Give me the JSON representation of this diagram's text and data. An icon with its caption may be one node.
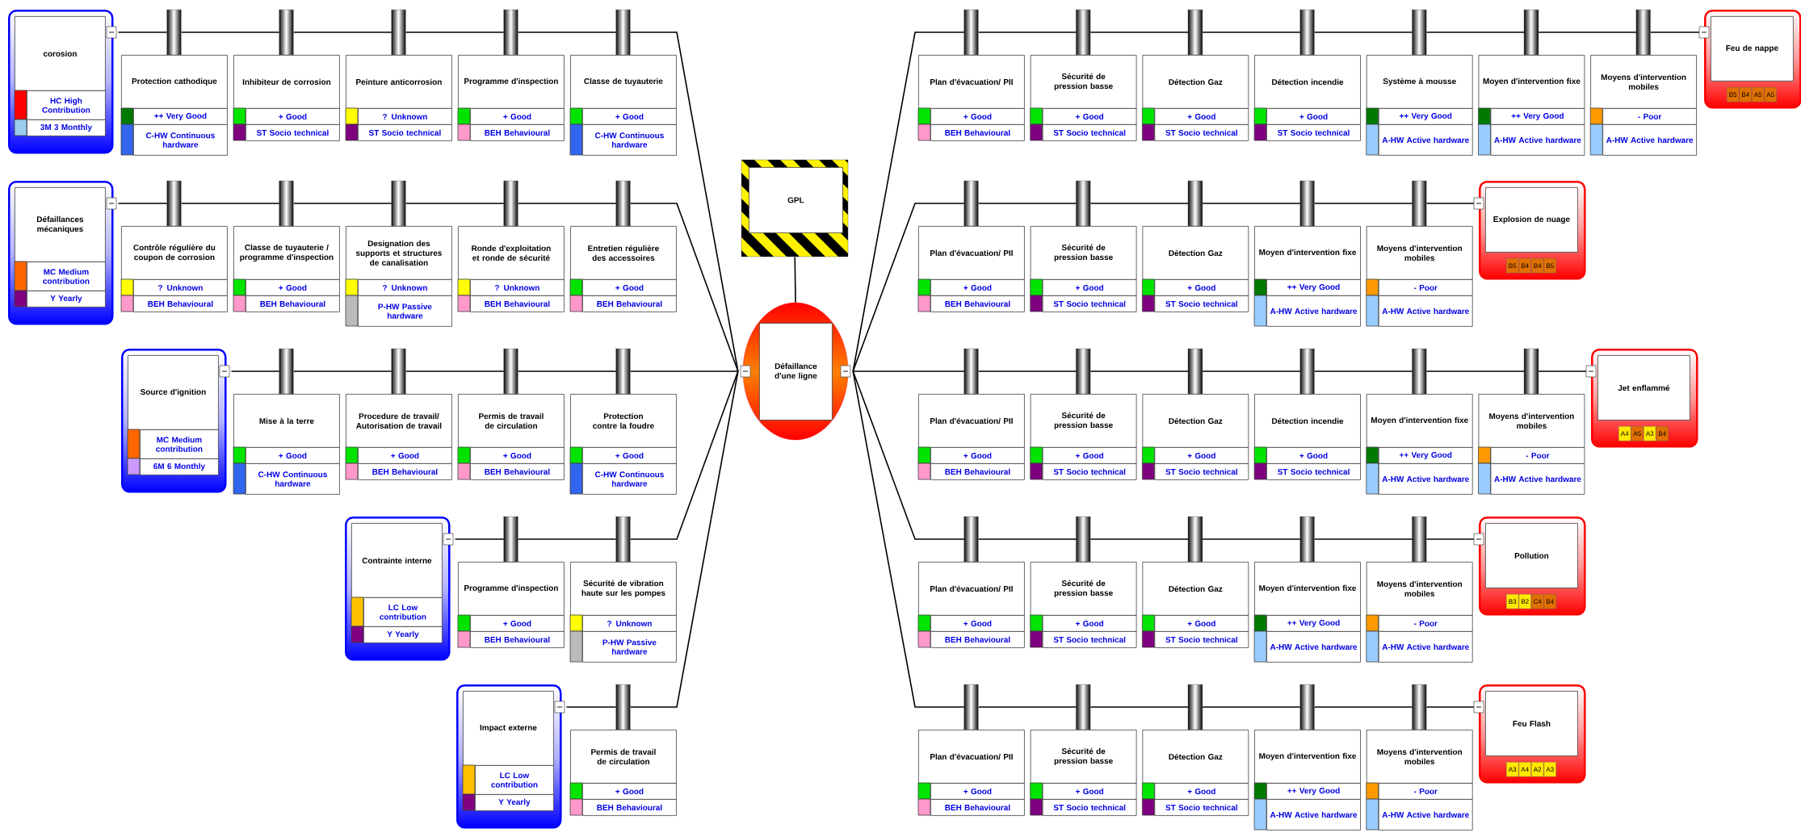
{
  "diagram": {
    "nodes": [
      {
        "text": [
          "corosion",
          "HC High Contribution",
          "3M 3 Monthly"
        ]
      },
      {
        "text": [
          "Protection cathodique",
          "++ Very Good",
          "C-HW Continuous hardware"
        ]
      },
      {
        "text": [
          "Inhibiteur de corrosion",
          "+ Good",
          "ST Socio technical"
        ]
      },
      {
        "text": [
          "Peinture anticorrosion",
          "? Unknown",
          "ST Socio technical"
        ]
      },
      {
        "text": [
          "Programme d'inspection",
          "+ Good",
          "BEH Behavioural"
        ]
      },
      {
        "text": [
          "Classe de tuyauterie",
          "+ Good",
          "C-HW Continuous hardware"
        ]
      },
      {
        "text": [
          "Défaillances mécaniques",
          "MC Medium contribution",
          "Y Yearly"
        ]
      },
      {
        "text": [
          "Contrôle régulière du coupon de corrosion",
          "? Unknown",
          "BEH Behavioural"
        ]
      },
      {
        "text": [
          "Classe de tuyauterie / programme d'inspection",
          "+ Good",
          "BEH Behavioural"
        ]
      },
      {
        "text": [
          "Designation des supports et structures de canalisation",
          "? Unknown",
          "P-HW Passive hardware"
        ]
      },
      {
        "text": [
          "Ronde d'exploitation et ronde de sécurité",
          "? Unknown",
          "BEH Behavioural"
        ]
      },
      {
        "text": [
          "Entretien régulière des accessoires",
          "+ Good",
          "BEH Behavioural"
        ]
      },
      {
        "text": [
          "Source d'ignition",
          "MC Medium contribution",
          "6M 6 Monthly"
        ]
      },
      {
        "text": [
          "Mise à la terre",
          "+ Good",
          "C-HW Continuous hardware"
        ]
      },
      {
        "text": [
          "Procedure de travail/ Autorisation de travail",
          "+ Good",
          "BEH Behavioural"
        ]
      },
      {
        "text": [
          "Permis de travail de circulation",
          "+ Good",
          "BEH Behavioural"
        ]
      },
      {
        "text": [
          "Protection contre la foudre",
          "+ Good",
          "C-HW Continuous hardware"
        ]
      },
      {
        "text": [
          "Contrainte interne",
          "LC Low contribution",
          "Y Yearly"
        ]
      },
      {
        "text": [
          "Programme d'inspection",
          "+ Good",
          "BEH Behavioural"
        ]
      },
      {
        "text": [
          "Sécurité de vibration haute sur les pompes",
          "? Unknown",
          "P-HW Passive hardware"
        ]
      },
      {
        "text": [
          "Impact externe",
          "LC Low contribution",
          "Y Yearly"
        ]
      },
      {
        "text": [
          "Permis de travail de circulation",
          "+ Good",
          "BEH Behavioural"
        ]
      },
      {
        "text": [
          "GPL"
        ]
      },
      {
        "text": [
          "Défaillance d'une ligne"
        ]
      },
      {
        "text": [
          "Plan d'évacuation/ PII",
          "+ Good",
          "BEH Behavioural"
        ]
      },
      {
        "text": [
          "Sécurité de pression basse",
          "+ Good",
          "ST Socio technical"
        ]
      },
      {
        "text": [
          "Détection Gaz",
          "+ Good",
          "ST Socio technical"
        ]
      },
      {
        "text": [
          "Détection incendie",
          "+ Good",
          "ST Socio technical"
        ]
      },
      {
        "text": [
          "Système à mousse",
          "++ Very Good",
          "A-HW Active hardware"
        ]
      },
      {
        "text": [
          "Moyen d'intervention fixe",
          "++ Very Good",
          "A-HW Active hardware"
        ]
      },
      {
        "text": [
          "Moyens d'intervention mobiles",
          "- Poor",
          "A-HW Active hardware"
        ]
      },
      {
        "text": [
          "Feu de nappe",
          "B5",
          "B4",
          "A5",
          "A5"
        ]
      },
      {
        "text": [
          "Plan d'évacuation/ PII",
          "+ Good",
          "BEH Behavioural"
        ]
      },
      {
        "text": [
          "Sécurité de pression basse",
          "+ Good",
          "ST Socio technical"
        ]
      },
      {
        "text": [
          "Détection Gaz",
          "+ Good",
          "ST Socio technical"
        ]
      },
      {
        "text": [
          "Moyen d'intervention fixe",
          "++ Very Good",
          "A-HW Active hardware"
        ]
      },
      {
        "text": [
          "Moyens d'intervention mobiles",
          "- Poor",
          "A-HW Active hardware"
        ]
      },
      {
        "text": [
          "Explosion de nuage",
          "B5",
          "B4",
          "B4",
          "B5"
        ]
      },
      {
        "text": [
          "Plan d'évacuation/ PII",
          "+ Good",
          "BEH Behavioural"
        ]
      },
      {
        "text": [
          "Sécurité de pression basse",
          "+ Good",
          "ST Socio technical"
        ]
      },
      {
        "text": [
          "Détection Gaz",
          "+ Good",
          "ST Socio technical"
        ]
      },
      {
        "text": [
          "Détection incendie",
          "+ Good",
          "ST Socio technical"
        ]
      },
      {
        "text": [
          "Moyen d'intervention fixe",
          "++ Very Good",
          "A-HW Active hardware"
        ]
      },
      {
        "text": [
          "Moyens d'intervention mobiles",
          "- Poor",
          "A-HW Active hardware"
        ]
      },
      {
        "text": [
          "Jet enflammé",
          "A4",
          "A5",
          "A3",
          "B4"
        ]
      },
      {
        "text": [
          "Plan d'évacuation/ PII",
          "+ Good",
          "BEH Behavioural"
        ]
      },
      {
        "text": [
          "Sécurité de pression basse",
          "+ Good",
          "ST Socio technical"
        ]
      },
      {
        "text": [
          "Détection Gaz",
          "+ Good",
          "ST Socio technical"
        ]
      },
      {
        "text": [
          "Moyen d'intervention fixe",
          "++ Very Good",
          "A-HW Active hardware"
        ]
      },
      {
        "text": [
          "Moyens d'intervention mobiles",
          "- Poor",
          "A-HW Active hardware"
        ]
      },
      {
        "text": [
          "Pollution",
          "B3",
          "B2",
          "C4",
          "B4"
        ]
      },
      {
        "text": [
          "Plan d'évacuation/ PII",
          "+ Good",
          "BEH Behavioural"
        ]
      },
      {
        "text": [
          "Sécurité de pression basse",
          "+ Good",
          "ST Socio technical"
        ]
      },
      {
        "text": [
          "Détection Gaz",
          "+ Good",
          "ST Socio technical"
        ]
      },
      {
        "text": [
          "Moyen d'intervention fixe",
          "++ Very Good",
          "A-HW Active hardware"
        ]
      },
      {
        "text": [
          "Moyens d'intervention mobiles",
          "- Poor",
          "A-HW Active hardware"
        ]
      },
      {
        "text": [
          "Feu Flash",
          "A3",
          "A4",
          "A2",
          "A3"
        ]
      }
    ],
    "edges": [
      {
        "from": 0,
        "to": 1,
        "arrow": "none"
      },
      {
        "from": 1,
        "to": 2,
        "arrow": "none"
      },
      {
        "from": 2,
        "to": 3,
        "arrow": "none"
      },
      {
        "from": 3,
        "to": 4,
        "arrow": "none"
      },
      {
        "from": 4,
        "to": 5,
        "arrow": "none"
      },
      {
        "from": 5,
        "to": 23,
        "arrow": "none"
      },
      {
        "from": 6,
        "to": 7,
        "arrow": "none"
      },
      {
        "from": 7,
        "to": 8,
        "arrow": "none"
      },
      {
        "from": 8,
        "to": 9,
        "arrow": "none"
      },
      {
        "from": 9,
        "to": 10,
        "arrow": "none"
      },
      {
        "from": 10,
        "to": 11,
        "arrow": "none"
      },
      {
        "from": 11,
        "to": 23,
        "arrow": "none"
      },
      {
        "from": 12,
        "to": 13,
        "arrow": "none"
      },
      {
        "from": 13,
        "to": 14,
        "arrow": "none"
      },
      {
        "from": 14,
        "to": 15,
        "arrow": "none"
      },
      {
        "from": 15,
        "to": 16,
        "arrow": "none"
      },
      {
        "from": 16,
        "to": 23,
        "arrow": "none"
      },
      {
        "from": 17,
        "to": 18,
        "arrow": "none"
      },
      {
        "from": 18,
        "to": 19,
        "arrow": "none"
      },
      {
        "from": 19,
        "to": 23,
        "arrow": "none"
      },
      {
        "from": 20,
        "to": 21,
        "arrow": "none"
      },
      {
        "from": 21,
        "to": 23,
        "arrow": "none"
      },
      {
        "from": 22,
        "to": 23,
        "arrow": "none"
      },
      {
        "from": 23,
        "to": 24,
        "arrow": "none"
      },
      {
        "from": 24,
        "to": 25,
        "arrow": "none"
      },
      {
        "from": 25,
        "to": 26,
        "arrow": "none"
      },
      {
        "from": 26,
        "to": 27,
        "arrow": "none"
      },
      {
        "from": 27,
        "to": 28,
        "arrow": "none"
      },
      {
        "from": 28,
        "to": 29,
        "arrow": "none"
      },
      {
        "from": 29,
        "to": 30,
        "arrow": "none"
      },
      {
        "from": 30,
        "to": 31,
        "arrow": "none"
      },
      {
        "from": 23,
        "to": 32,
        "arrow": "none"
      },
      {
        "from": 32,
        "to": 33,
        "arrow": "none"
      },
      {
        "from": 33,
        "to": 34,
        "arrow": "none"
      },
      {
        "from": 34,
        "to": 35,
        "arrow": "none"
      },
      {
        "from": 35,
        "to": 36,
        "arrow": "none"
      },
      {
        "from": 36,
        "to": 37,
        "arrow": "none"
      },
      {
        "from": 23,
        "to": 38,
        "arrow": "none"
      },
      {
        "from": 38,
        "to": 39,
        "arrow": "none"
      },
      {
        "from": 39,
        "to": 40,
        "arrow": "none"
      },
      {
        "from": 40,
        "to": 41,
        "arrow": "none"
      },
      {
        "from": 41,
        "to": 42,
        "arrow": "none"
      },
      {
        "from": 42,
        "to": 43,
        "arrow": "none"
      },
      {
        "from": 43,
        "to": 44,
        "arrow": "none"
      },
      {
        "from": 23,
        "to": 45,
        "arrow": "none"
      },
      {
        "from": 45,
        "to": 46,
        "arrow": "none"
      },
      {
        "from": 46,
        "to": 47,
        "arrow": "none"
      },
      {
        "from": 47,
        "to": 48,
        "arrow": "none"
      },
      {
        "from": 48,
        "to": 49,
        "arrow": "none"
      },
      {
        "from": 49,
        "to": 50,
        "arrow": "none"
      },
      {
        "from": 23,
        "to": 51,
        "arrow": "none"
      },
      {
        "from": 51,
        "to": 52,
        "arrow": "none"
      },
      {
        "from": 52,
        "to": 53,
        "arrow": "none"
      },
      {
        "from": 53,
        "to": 54,
        "arrow": "none"
      },
      {
        "from": 54,
        "to": 55,
        "arrow": "none"
      },
      {
        "from": 55,
        "to": 56,
        "arrow": "none"
      }
    ]
  }
}
